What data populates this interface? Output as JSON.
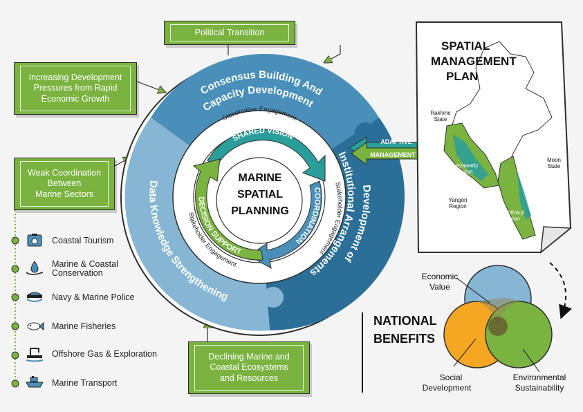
{
  "drivers": {
    "political": "Political Transition",
    "development": [
      "Increasing Development",
      "Pressures from Rapid",
      "Economic Growth"
    ],
    "coordination": [
      "Weak Coordination",
      "Between",
      "Marine Sectors"
    ],
    "declining": [
      "Declining Marine and",
      "Coastal Ecosystems",
      "and Resources"
    ]
  },
  "cycle": {
    "outer_top": [
      "Consensus Building And",
      "Capacity Development"
    ],
    "outer_right": [
      "Development of",
      "Institutional Arrangements"
    ],
    "outer_left": "Data Knowledge Strengthening",
    "ring_label": "Stakeholder Engagement",
    "arrows": [
      "SHARED VISION",
      "COORDINATION",
      "DECISION SUPPORT"
    ],
    "center": [
      "MARINE",
      "SPATIAL",
      "PLANNING"
    ]
  },
  "adaptive": [
    "ADAPTIVE",
    "MANAGEMENT"
  ],
  "map": {
    "title": [
      "SPATIAL",
      "MANAGEMENT",
      "PLAN"
    ],
    "labels": [
      "Rakhine State",
      "Ayeyawady Region",
      "Yangon Region",
      "Moon State",
      "Tanintharyi Region"
    ]
  },
  "sectors": [
    {
      "label": "Coastal Tourism",
      "icon": "tourism-icon"
    },
    {
      "label": "Marine & Coastal Conservation",
      "icon": "conservation-icon"
    },
    {
      "label": "Navy & Marine Police",
      "icon": "navy-icon"
    },
    {
      "label": "Marine Fisheries",
      "icon": "fish-icon"
    },
    {
      "label": "Offshore Gas & Exploration",
      "icon": "oil-rig-icon"
    },
    {
      "label": "Marine Transport",
      "icon": "ship-icon"
    }
  ],
  "benefits": {
    "title": [
      "NATIONAL",
      "BENEFITS"
    ],
    "economic": [
      "Economic",
      "Value"
    ],
    "social": [
      "Social",
      "Development"
    ],
    "environmental": [
      "Environmental",
      "Sustainability"
    ]
  },
  "colors": {
    "green": "#7ab33f",
    "blue_dark": "#2b6f99",
    "blue_mid": "#4a8fba",
    "blue_light": "#86b6d4",
    "teal": "#2a9e9a",
    "orange": "#f5a623"
  }
}
